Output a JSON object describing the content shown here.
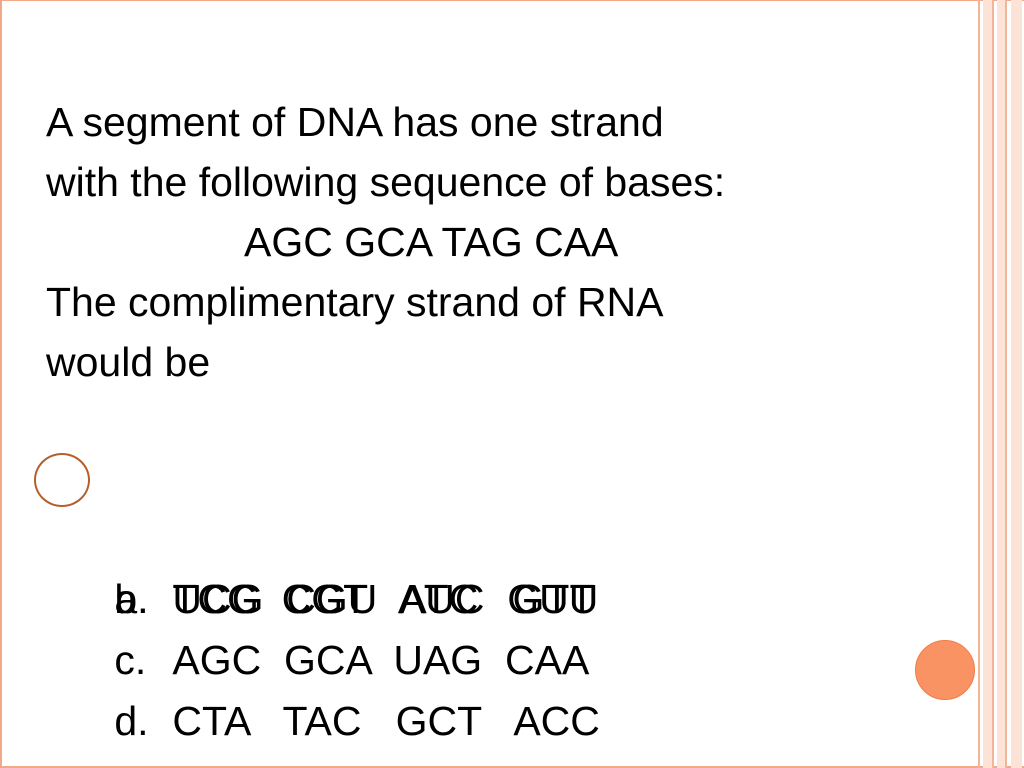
{
  "question": {
    "line1": "A segment of DNA has one strand",
    "line2": "with the following sequence of bases:",
    "sequence": "AGC GCA TAG CAA",
    "line3": "The complimentary strand of RNA",
    "line4": "would be"
  },
  "options": [
    {
      "letter": "a.",
      "text": "UCG  CGU  AUC  GUU",
      "circled": true
    },
    {
      "letter": "b.",
      "text": "TCG  CGT   ATC   GTT",
      "circled": false
    },
    {
      "letter": "c.",
      "text": "AGC  GCA  UAG  CAA",
      "circled": false
    },
    {
      "letter": "d.",
      "text": "CTA   TAC   GCT   ACC",
      "circled": false
    }
  ],
  "colors": {
    "frame": "#f2a98a",
    "stripe_light": "#fde3d6",
    "dot": "#fa9363",
    "answer_circle": "#b5602a"
  }
}
